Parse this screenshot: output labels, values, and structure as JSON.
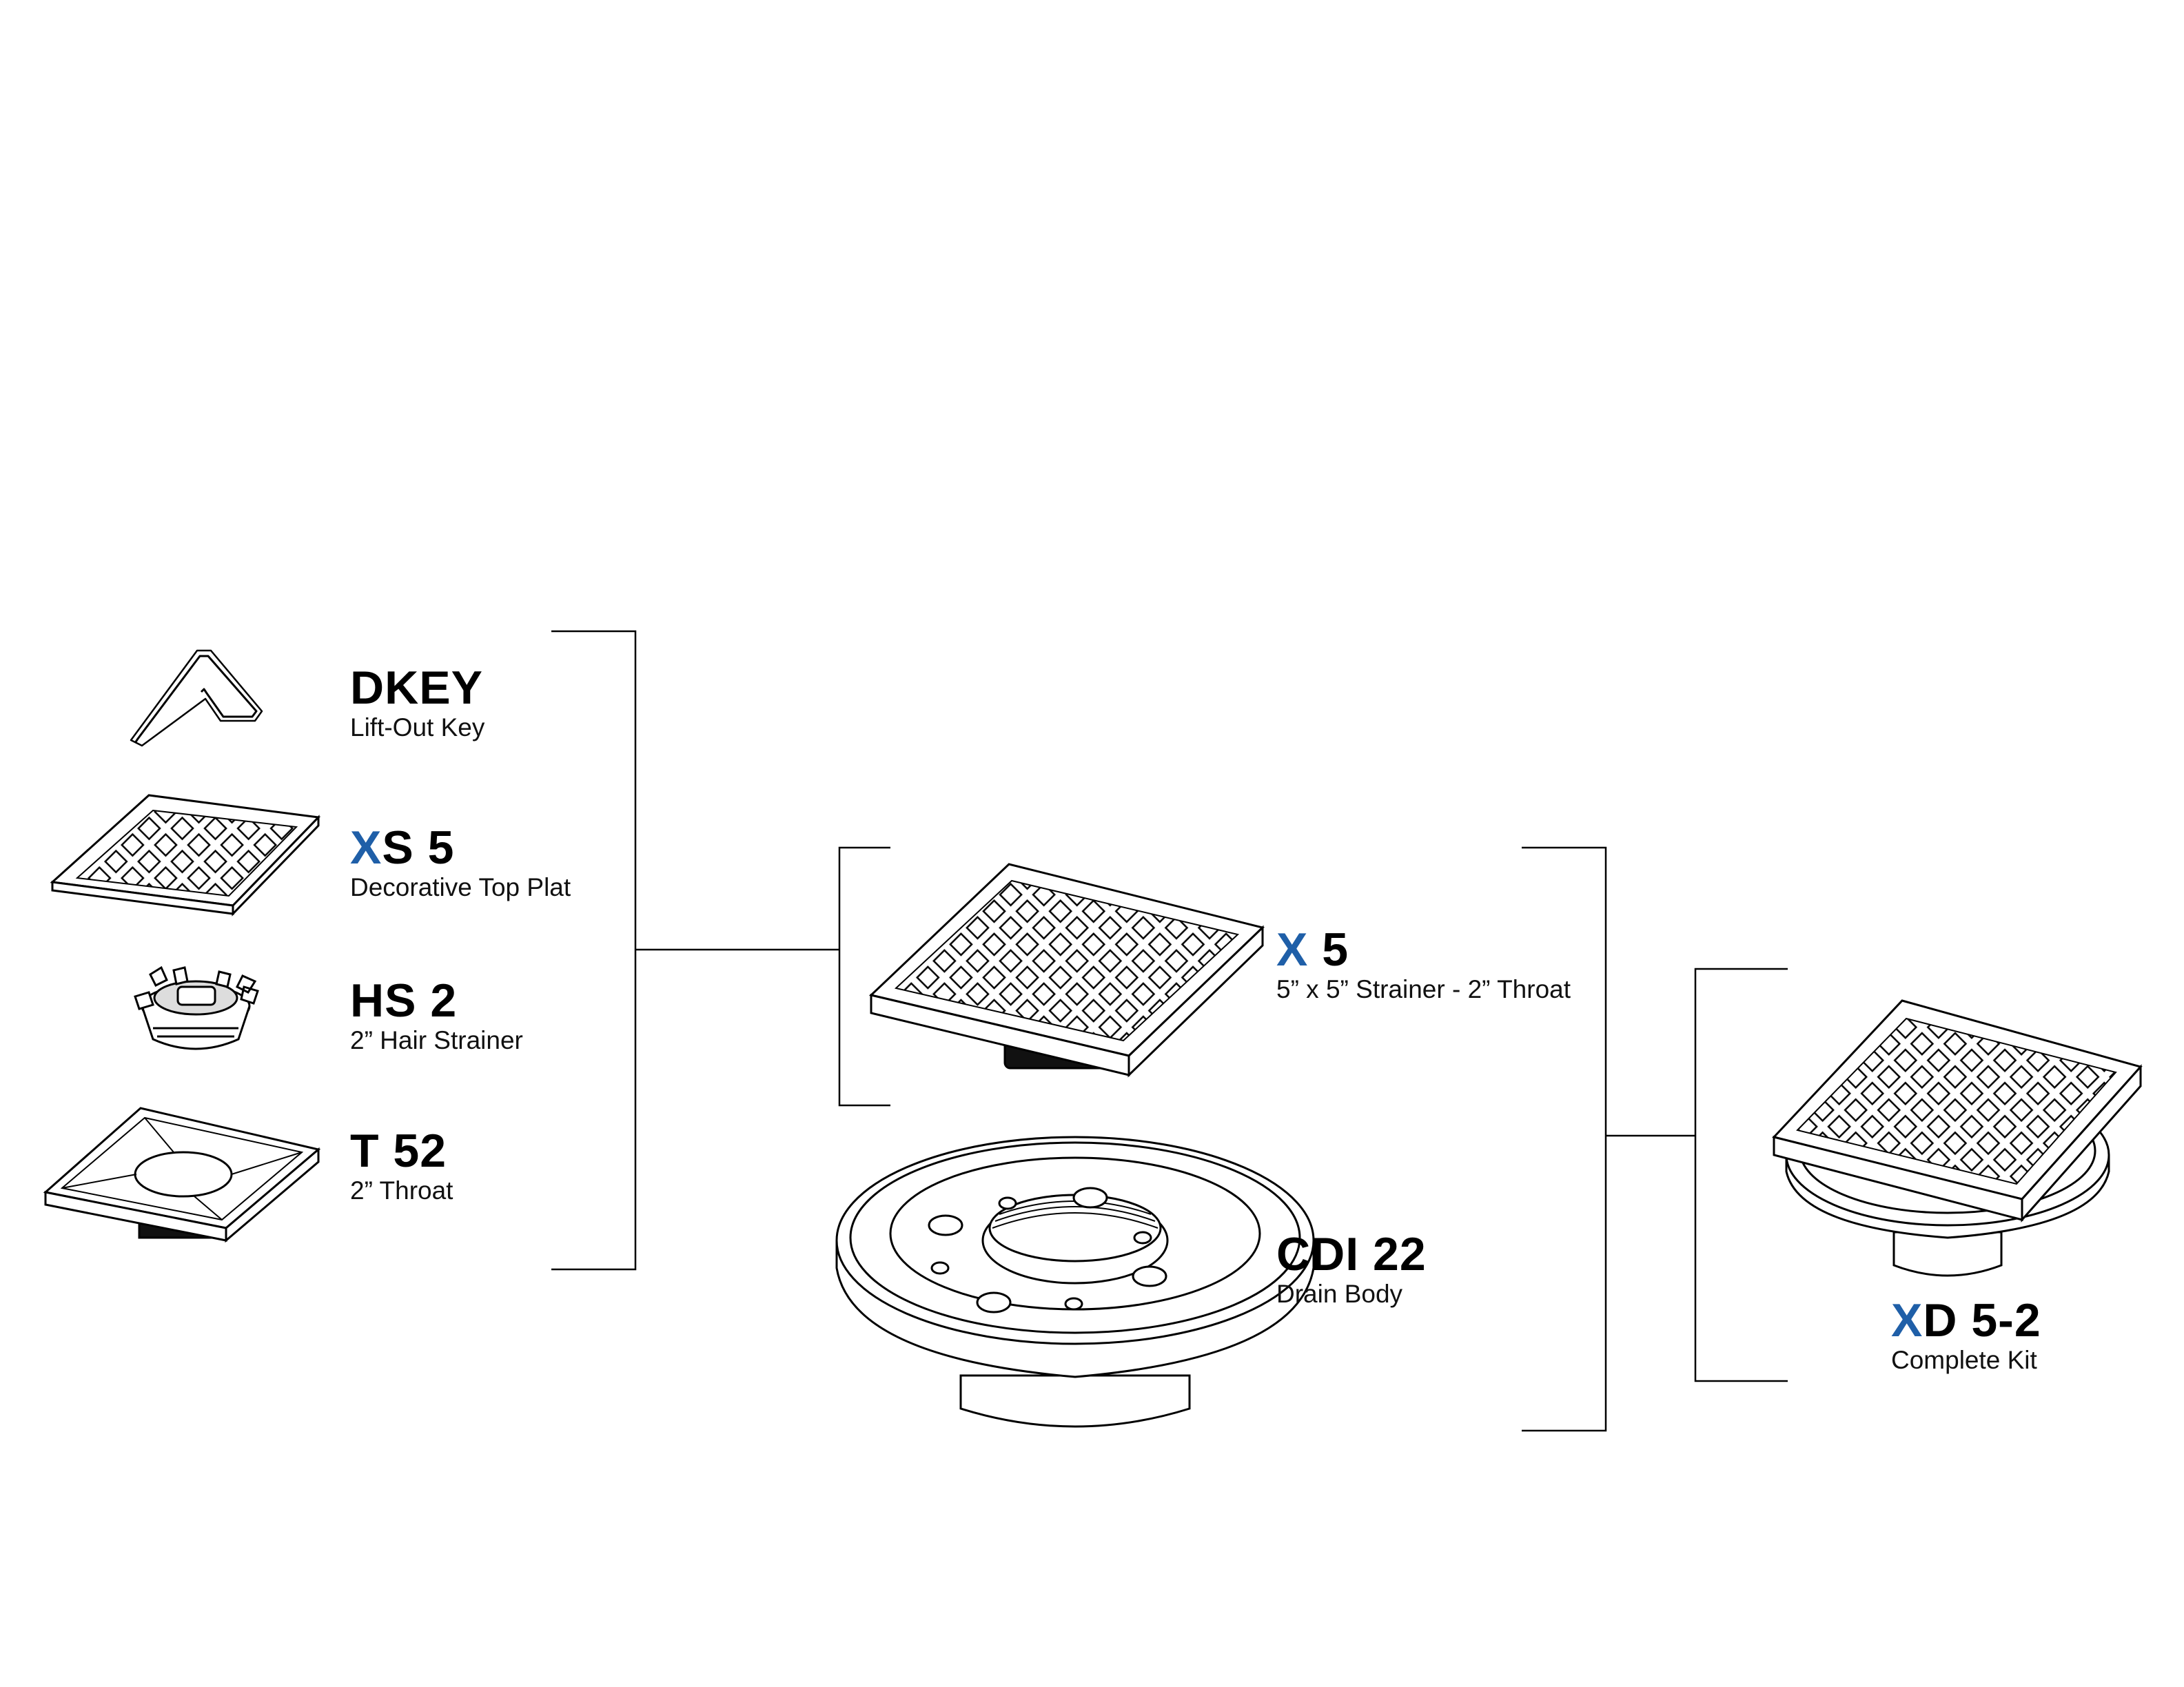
{
  "accent_color": "#1f5fa8",
  "components": [
    {
      "id": "dkey",
      "accent": "",
      "code": "DKEY",
      "desc": "Lift-Out Key",
      "icon": "lift-out-key-icon"
    },
    {
      "id": "xs5",
      "accent": "X",
      "code": "S 5",
      "desc": "Decorative Top Plat",
      "icon": "decorative-top-plate-icon"
    },
    {
      "id": "hs2",
      "accent": "",
      "code": "HS 2",
      "desc": "2” Hair Strainer",
      "icon": "hair-strainer-icon"
    },
    {
      "id": "t52",
      "accent": "",
      "code": "T 52",
      "desc": "2” Throat",
      "icon": "throat-icon"
    }
  ],
  "assemblies": [
    {
      "id": "x5",
      "accent": "X",
      "code": " 5",
      "desc": "5” x 5” Strainer - 2” Throat",
      "icon": "strainer-assembly-icon"
    },
    {
      "id": "cdi22",
      "accent": "",
      "code": "CDI 22",
      "desc": "Drain Body",
      "icon": "drain-body-icon"
    }
  ],
  "kit": {
    "id": "xd52",
    "accent": "X",
    "code": "D 5-2",
    "desc": "Complete Kit",
    "icon": "complete-kit-icon"
  }
}
